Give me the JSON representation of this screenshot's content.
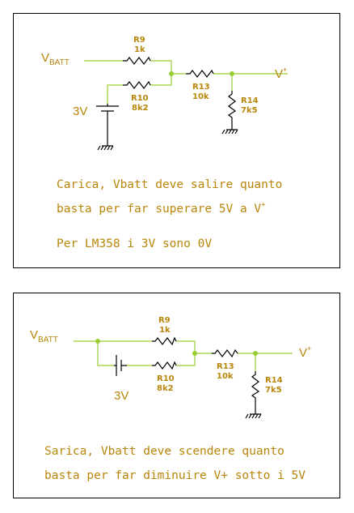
{
  "colors": {
    "wire": "#9acd32",
    "component": "#000000",
    "text": "#b8860b",
    "frame": "#000000"
  },
  "panel_charge": {
    "vbatt_main": "V",
    "vbatt_sub": "BATT",
    "source_label": "3V",
    "r9": {
      "name": "R9",
      "value": "1k"
    },
    "r10": {
      "name": "R10",
      "value": "8k2"
    },
    "r13": {
      "name": "R13",
      "value": "10k"
    },
    "r14": {
      "name": "R14",
      "value": "7k5"
    },
    "vplus_main": "V",
    "vplus_sup": "+",
    "note_line1": "Carica, Vbatt deve salire quanto",
    "note_line2": "basta per far superare 5V a V",
    "note_line2_sup": "+",
    "note_line3": "Per LM358 i 3V sono 0V"
  },
  "panel_discharge": {
    "vbatt_main": "V",
    "vbatt_sub": "BATT",
    "source_label": "3V",
    "r9": {
      "name": "R9",
      "value": "1k"
    },
    "r10": {
      "name": "R10",
      "value": "8k2"
    },
    "r13": {
      "name": "R13",
      "value": "10k"
    },
    "r14": {
      "name": "R14",
      "value": "7k5"
    },
    "vplus_main": "V",
    "vplus_sup": "+",
    "note_line1": "Sarica, Vbatt deve scendere quanto",
    "note_line2": "basta per far diminuire V+ sotto i 5V"
  }
}
